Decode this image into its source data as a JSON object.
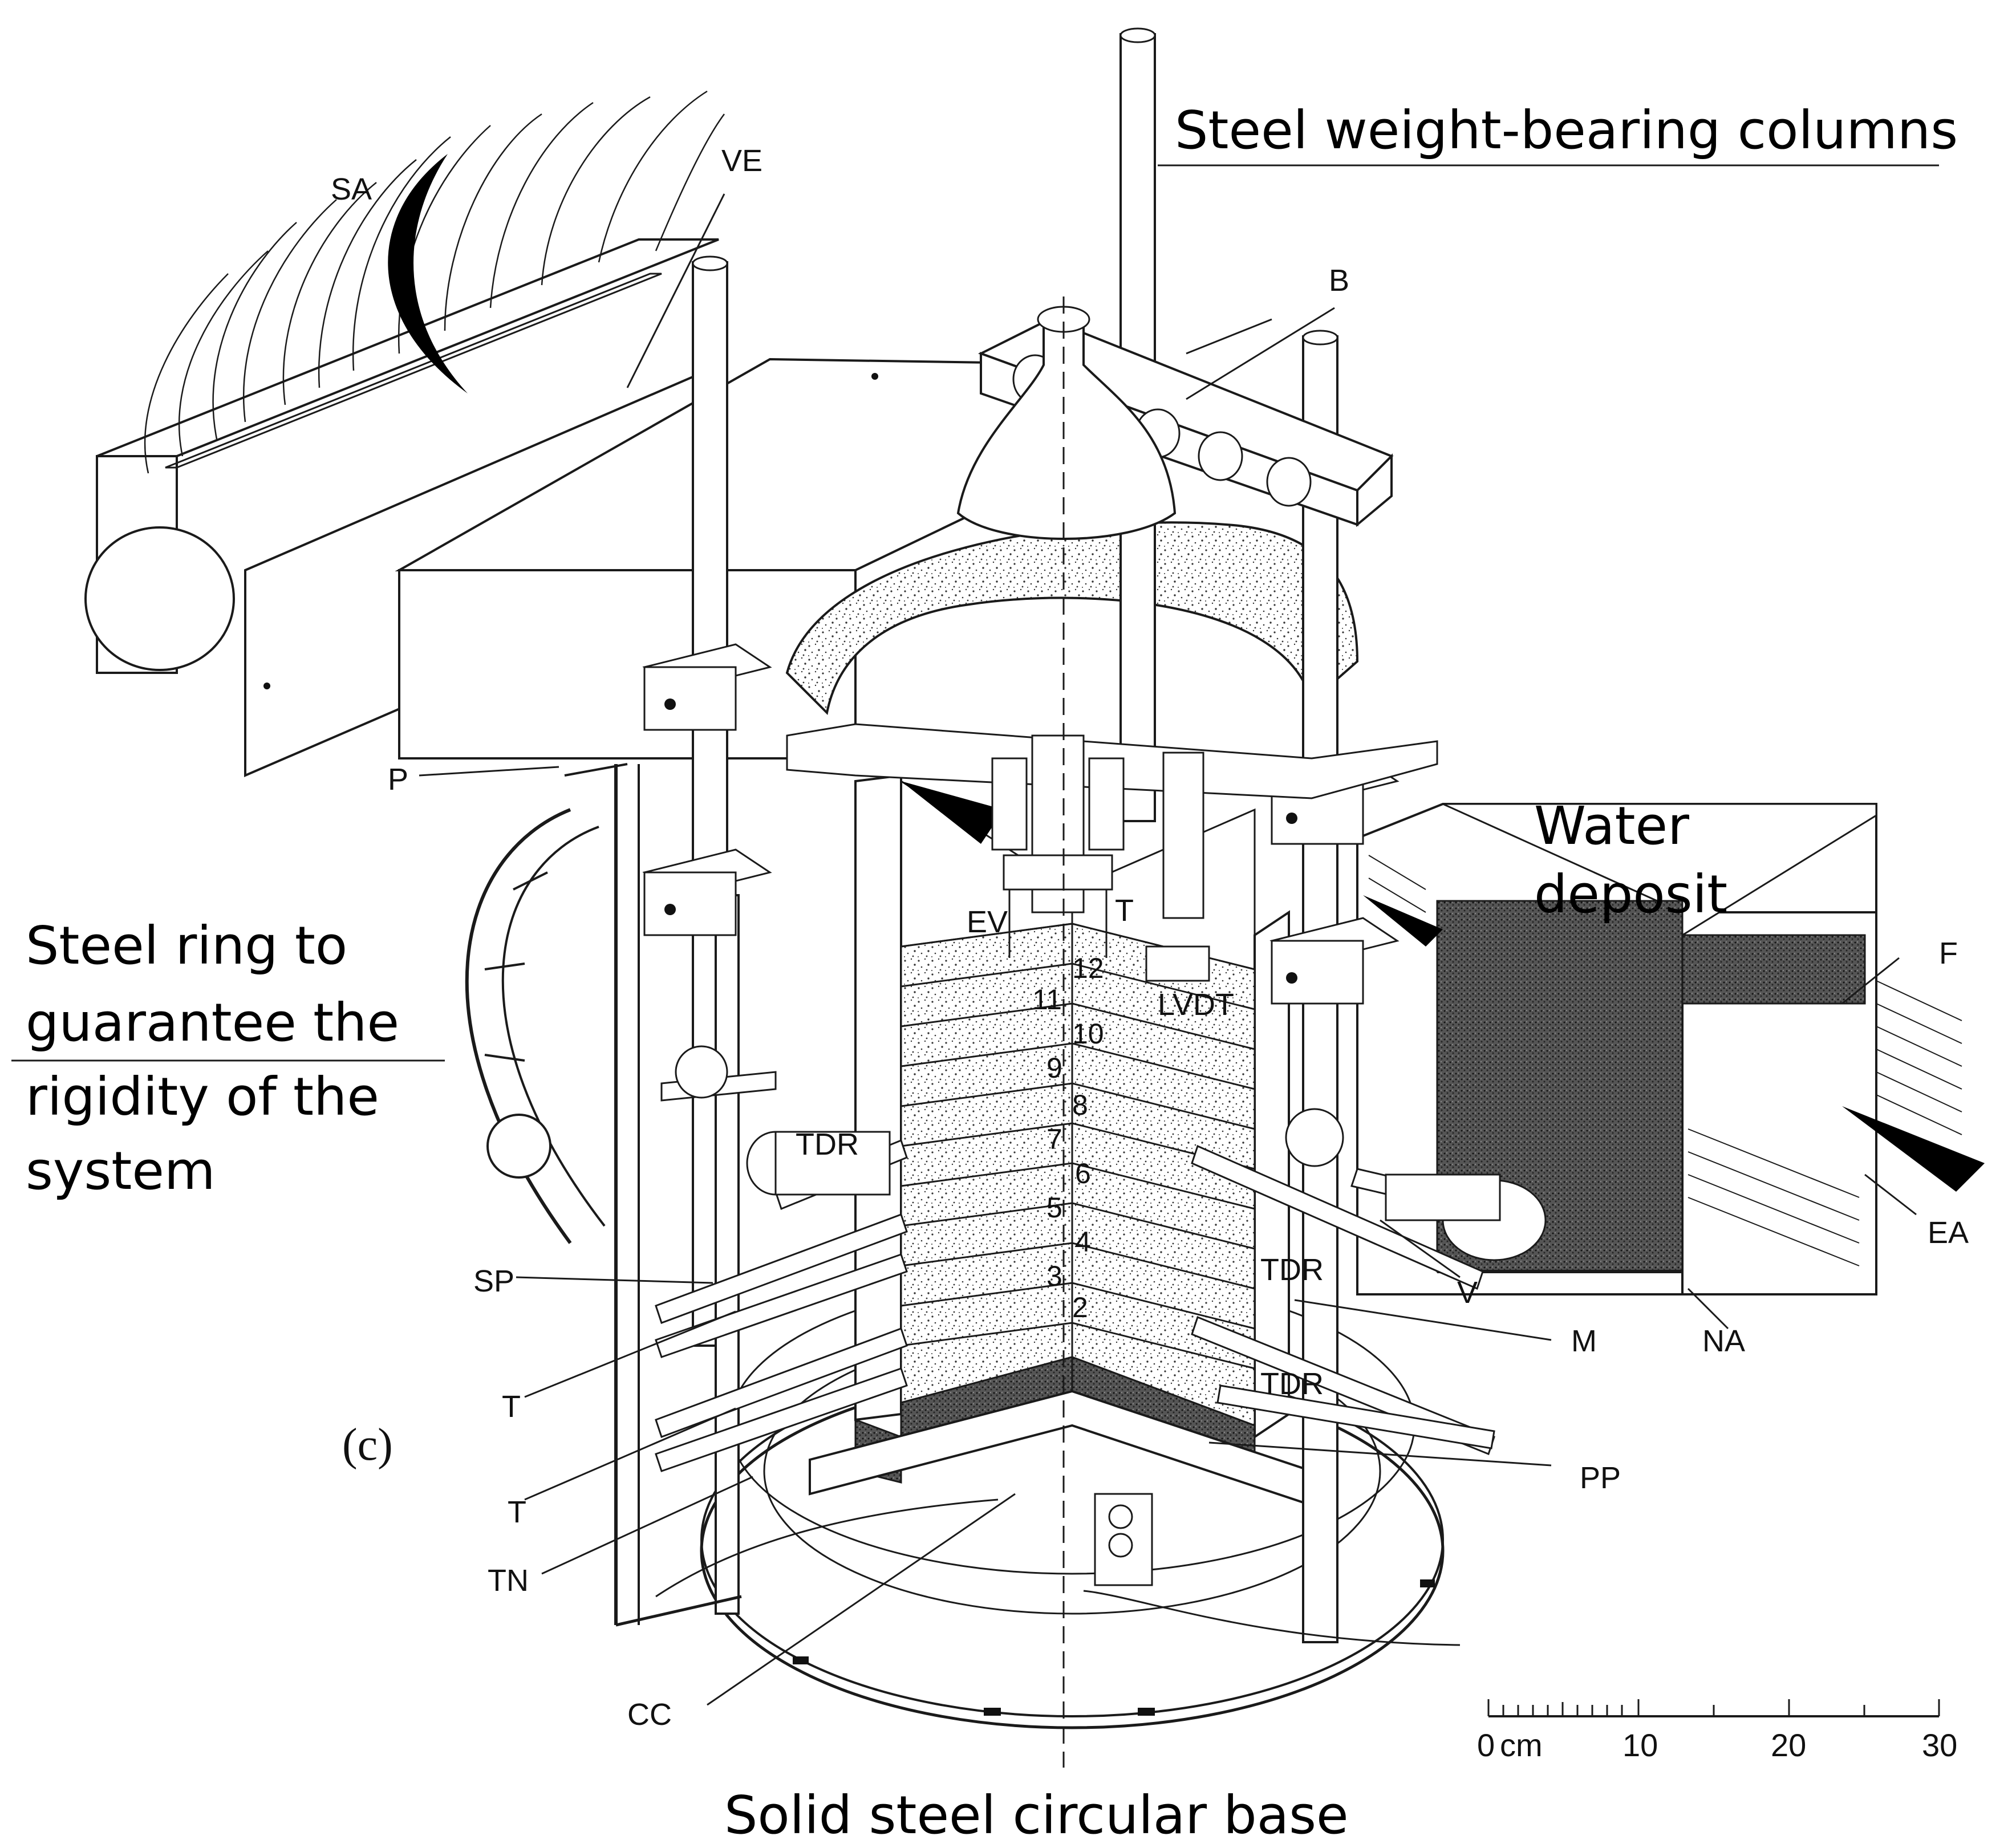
{
  "panel_label": "(c)",
  "annotations": {
    "columns": "Steel weight-bearing columns",
    "water": [
      "Water",
      "deposit"
    ],
    "ring": [
      "Steel ring to",
      "guarantee the",
      "rigidity of the",
      "system"
    ],
    "base": "Solid steel circular base"
  },
  "labels": {
    "SA": "SA",
    "VE": "VE",
    "B": "B",
    "P": "P",
    "EV": "EV",
    "T_top": "T",
    "LVDT": "LVDT",
    "F": "F",
    "TDR_left": "TDR",
    "TDR_mid": "TDR",
    "TDR_low": "TDR",
    "EA": "EA",
    "SP": "SP",
    "V": "V",
    "M": "M",
    "NA": "NA",
    "T_1": "T",
    "T_2": "T",
    "TN": "TN",
    "PP": "PP",
    "CC": "CC"
  },
  "layers": [
    "2",
    "3",
    "4",
    "5",
    "6",
    "7",
    "8",
    "9",
    "10",
    "11",
    "12"
  ],
  "scale_bar": {
    "ticks": [
      "0",
      "10",
      "20",
      "30"
    ],
    "unit": "cm"
  }
}
